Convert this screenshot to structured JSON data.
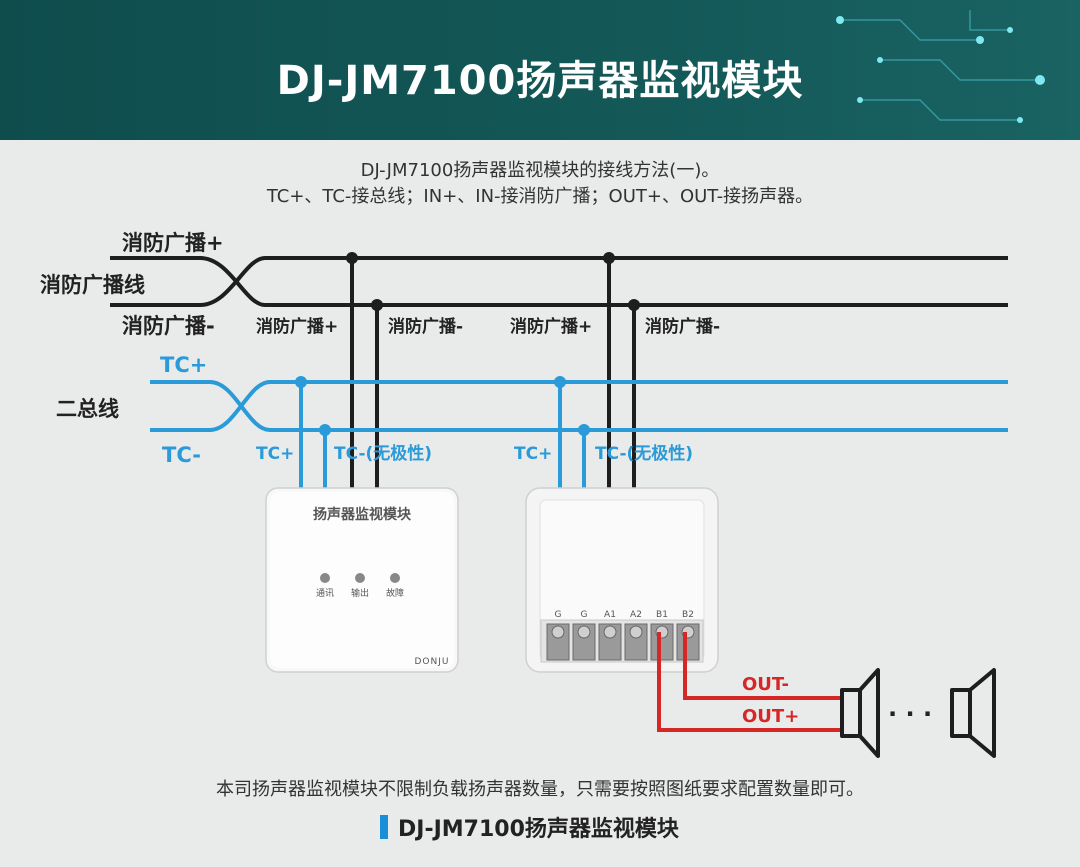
{
  "header": {
    "title": "DJ-JM7100扬声器监视模块"
  },
  "intro": {
    "line1": "DJ-JM7100扬声器监视模块的接线方法(一)。",
    "line2": "TC+、TC-接总线；IN+、IN-接消防广播；OUT+、OUT-接扬声器。"
  },
  "labels": {
    "broadcast_plus": "消防广播+",
    "broadcast_line": "消防广播线",
    "broadcast_minus": "消防广播-",
    "tap_broadcast_plus": "消防广播+",
    "tap_broadcast_minus": "消防广播-",
    "tc_plus": "TC+",
    "tc_minus": "TC-",
    "bus_line": "二总线",
    "tap_tc_plus": "TC+",
    "tap_tc_minus": "TC-(无极性)",
    "out_minus": "OUT-",
    "out_plus": "OUT+",
    "ellipsis": "· · ·"
  },
  "module_front": {
    "title": "扬声器监视模块",
    "leds": [
      "通讯",
      "输出",
      "故障"
    ],
    "brand": "DONJU"
  },
  "module_back": {
    "terminals": [
      "G",
      "G",
      "A1",
      "A2",
      "B1",
      "B2"
    ]
  },
  "footer": {
    "note": "本司扬声器监视模块不限制负载扬声器数量，只需要按照图纸要求配置数量即可。",
    "title": "DJ-JM7100扬声器监视模块"
  },
  "colors": {
    "header_bg": "#145858",
    "broadcast_wire": "#1e1e1e",
    "bus_wire": "#2a9ad8",
    "output_wire": "#d62626"
  }
}
